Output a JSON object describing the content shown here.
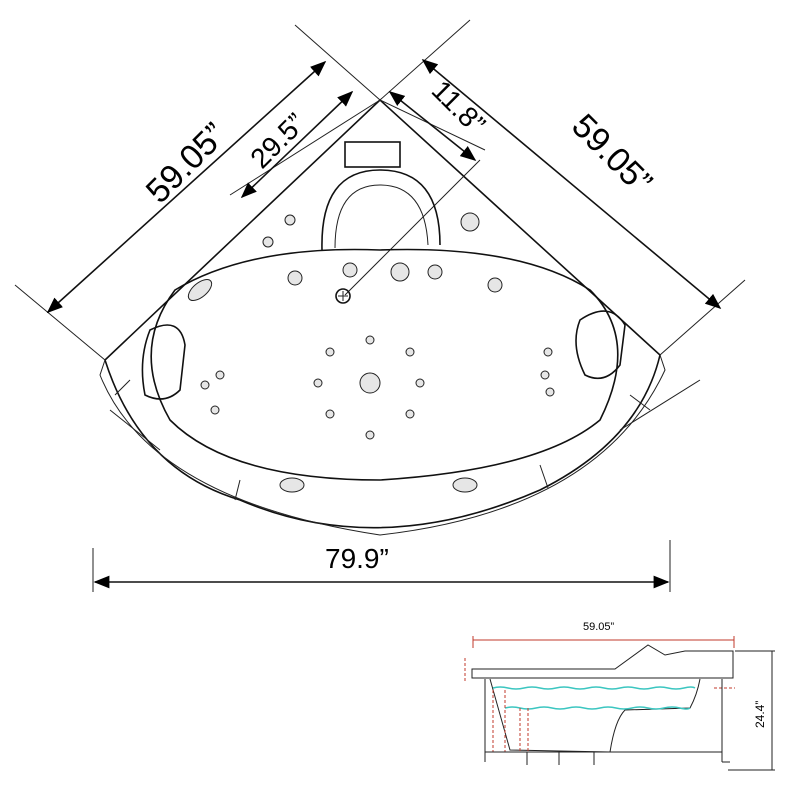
{
  "top_view": {
    "left_side_label": "59.05”",
    "right_side_label": "59.05”",
    "inner_left_label": "29.5”",
    "inner_right_label": "11.8”",
    "width_label": "79.9”"
  },
  "side_view": {
    "length_label": "59.05”",
    "height_label": "24.4”",
    "water_color": "#3cc6c0",
    "dimension_color": "#c0392b"
  }
}
